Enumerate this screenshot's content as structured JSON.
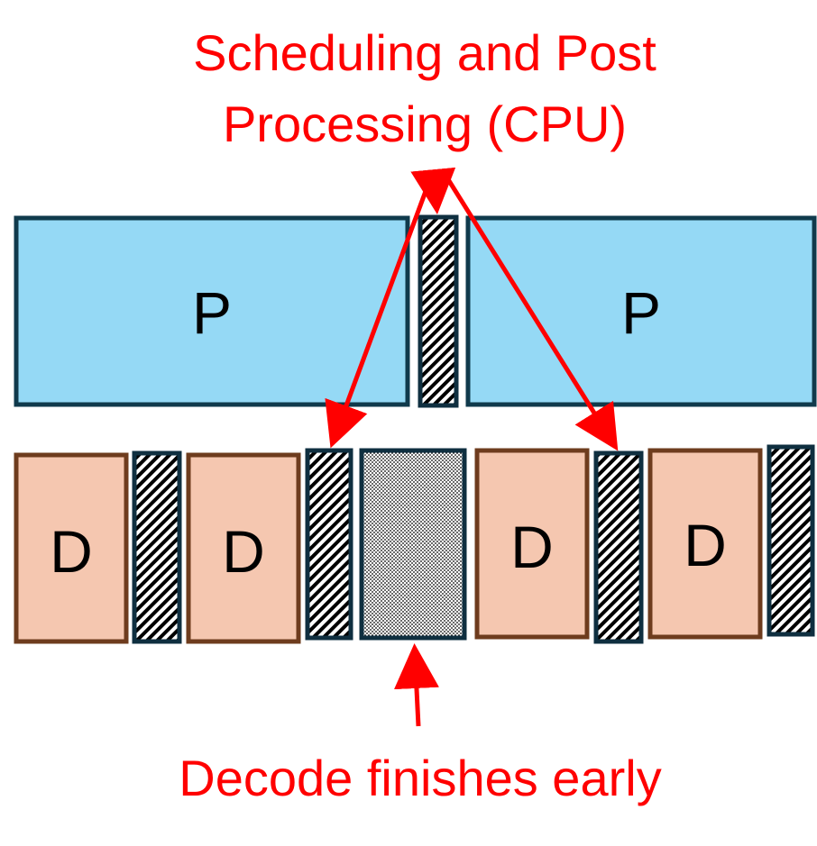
{
  "annotations": {
    "top_label": [
      "Scheduling and Post",
      "Processing (CPU)"
    ],
    "bottom_label": "Decode finishes early",
    "color": "#ff0000"
  },
  "prefill_row": {
    "blocks": [
      {
        "kind": "prefill",
        "text": "P"
      },
      {
        "kind": "cpu",
        "text": ""
      },
      {
        "kind": "prefill",
        "text": "P"
      }
    ]
  },
  "decode_row": {
    "blocks": [
      {
        "kind": "decode",
        "text": "D"
      },
      {
        "kind": "cpu",
        "text": ""
      },
      {
        "kind": "decode",
        "text": "D"
      },
      {
        "kind": "cpu",
        "text": ""
      },
      {
        "kind": "idle",
        "text": ""
      },
      {
        "kind": "decode",
        "text": "D"
      },
      {
        "kind": "cpu",
        "text": ""
      },
      {
        "kind": "decode",
        "text": "D"
      },
      {
        "kind": "cpu",
        "text": ""
      }
    ]
  },
  "colors": {
    "prefill_fill": "#95d9f5",
    "prefill_border": "#103a4c",
    "decode_fill": "#f5c7b0",
    "decode_border": "#6e3c1e",
    "cpu_border": "#0f2f40",
    "text": "#000000"
  }
}
